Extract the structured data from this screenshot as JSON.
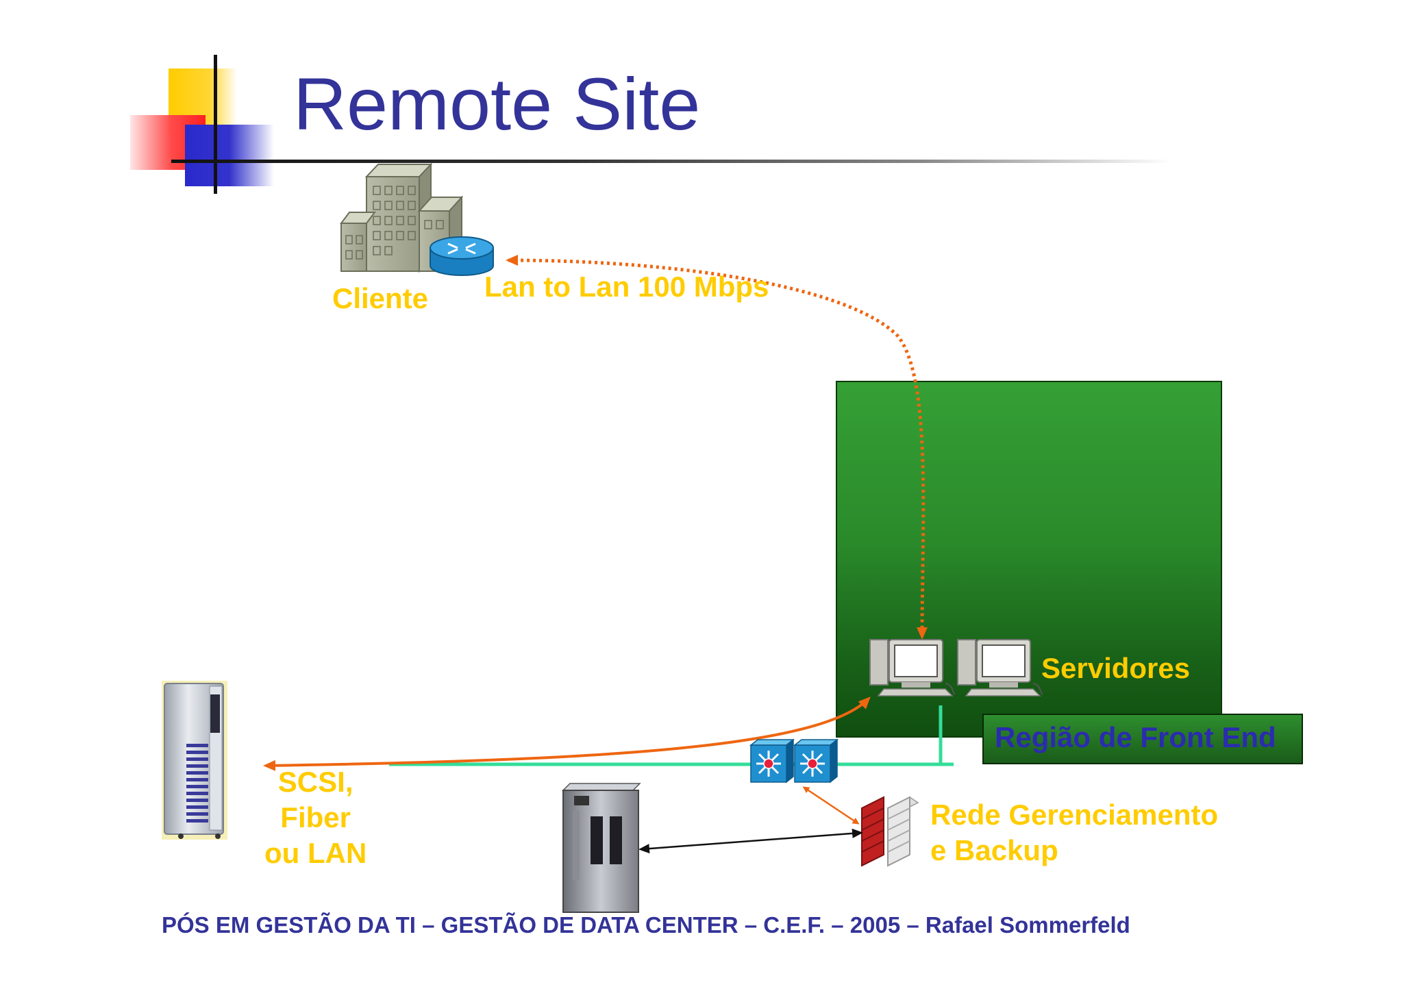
{
  "slide": {
    "title": "Remote Site",
    "footer": "PÓS EM GESTÃO DA TI – GESTÃO DE DATA CENTER – C.E.F. – 2005 – Rafael Sommerfeld"
  },
  "diagram": {
    "client_label": "Cliente",
    "link_label": "Lan to Lan 100 Mbps",
    "servers_label": "Servidores",
    "front_end_label": "Região de Front End",
    "storage_link_label": "SCSI,\nFiber\nou LAN",
    "management_label": "Rede Gerenciamento\ne Backup"
  },
  "colors": {
    "title": "#333399",
    "labels": "#ffcc00",
    "region": "#2a8a2a",
    "network_line": "#33dd99",
    "arrow": "#ee6611"
  },
  "icons": [
    "building-icon",
    "router-icon",
    "server-icon",
    "switch-icon",
    "firewall-icon",
    "storage-tower-icon",
    "tape-library-icon"
  ]
}
